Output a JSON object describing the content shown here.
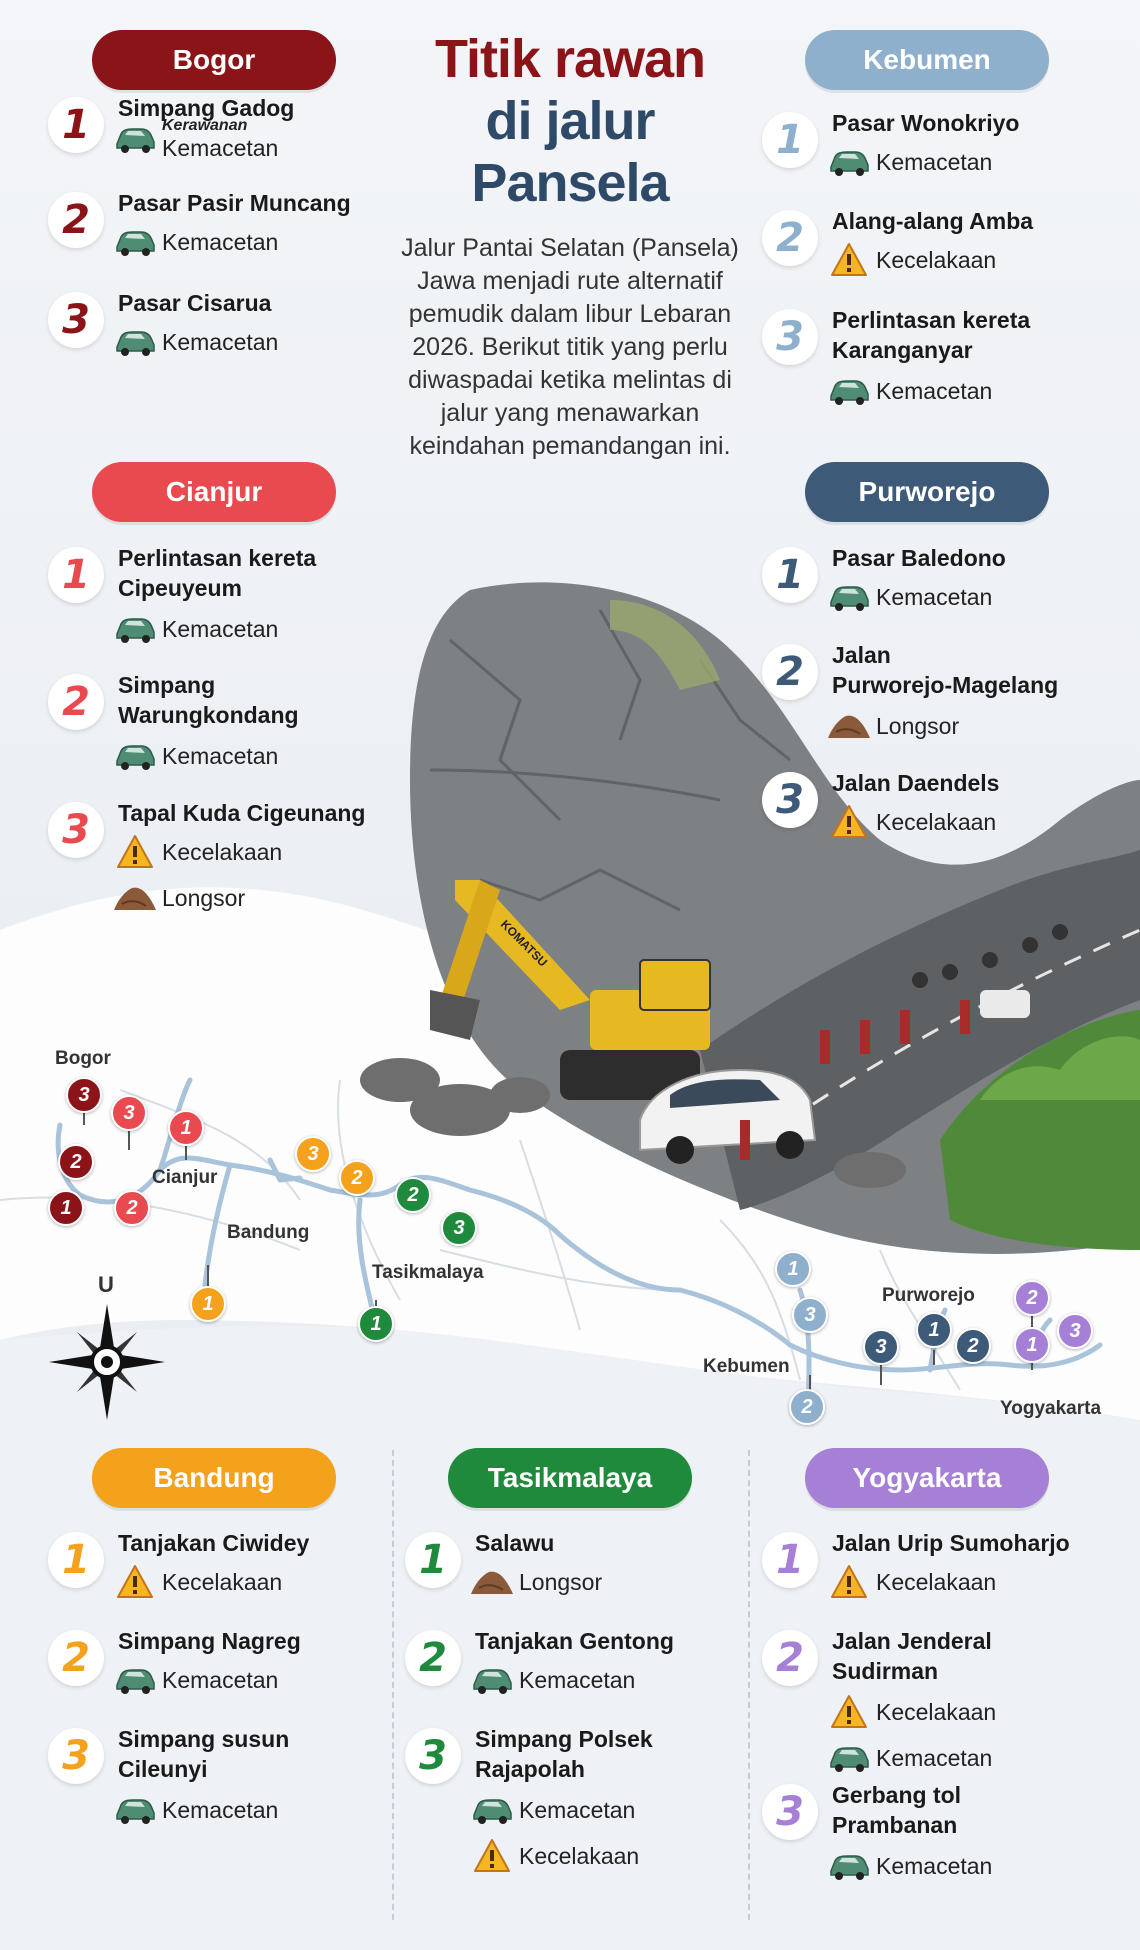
{
  "title": {
    "line1": "Titik rawan",
    "line2": "di jalur",
    "line3": "Pansela"
  },
  "intro": "Jalur Pantai Selatan (Pansela) Jawa menjadi rute alternatif pemudik dalam libur Lebaran 2026. Berikut titik yang perlu diwaspadai ketika melintas di jalur yang menawarkan keindahan pemandangan ini.",
  "colors": {
    "bogor": "#8b1419",
    "cianjur": "#e84a4f",
    "kebumen": "#8fb0cc",
    "purworejo": "#3d5a78",
    "bandung": "#f4a11c",
    "tasikmalaya": "#1f8a3c",
    "yogyakarta": "#a67fd6"
  },
  "legend_small_label": "Kerawanan",
  "regions": {
    "bogor": {
      "name": "Bogor",
      "items": [
        {
          "num": "1",
          "name": "Simpang Gadog",
          "risks": [
            "Kemacetan"
          ]
        },
        {
          "num": "2",
          "name": "Pasar Pasir Muncang",
          "risks": [
            "Kemacetan"
          ]
        },
        {
          "num": "3",
          "name": "Pasar Cisarua",
          "risks": [
            "Kemacetan"
          ]
        }
      ]
    },
    "cianjur": {
      "name": "Cianjur",
      "items": [
        {
          "num": "1",
          "name1": "Perlintasan kereta",
          "name2": "Cipeuyeum",
          "risks": [
            "Kemacetan"
          ]
        },
        {
          "num": "2",
          "name1": "Simpang",
          "name2": "Warungkondang",
          "risks": [
            "Kemacetan"
          ]
        },
        {
          "num": "3",
          "name": "Tapal Kuda Cigeunang",
          "risks": [
            "Kecelakaan",
            "Longsor"
          ]
        }
      ]
    },
    "kebumen": {
      "name": "Kebumen",
      "items": [
        {
          "num": "1",
          "name": "Pasar Wonokriyo",
          "risks": [
            "Kemacetan"
          ]
        },
        {
          "num": "2",
          "name": "Alang-alang Amba",
          "risks": [
            "Kecelakaan"
          ]
        },
        {
          "num": "3",
          "name1": "Perlintasan kereta",
          "name2": "Karanganyar",
          "risks": [
            "Kemacetan"
          ]
        }
      ]
    },
    "purworejo": {
      "name": "Purworejo",
      "items": [
        {
          "num": "1",
          "name": "Pasar Baledono",
          "risks": [
            "Kemacetan"
          ]
        },
        {
          "num": "2",
          "name1": "Jalan",
          "name2": "Purworejo-Magelang",
          "risks": [
            "Longsor"
          ]
        },
        {
          "num": "3",
          "name": "Jalan Daendels",
          "risks": [
            "Kecelakaan"
          ]
        }
      ]
    },
    "bandung": {
      "name": "Bandung",
      "items": [
        {
          "num": "1",
          "name": "Tanjakan Ciwidey",
          "risks": [
            "Kecelakaan"
          ]
        },
        {
          "num": "2",
          "name": "Simpang Nagreg",
          "risks": [
            "Kemacetan"
          ]
        },
        {
          "num": "3",
          "name1": "Simpang susun",
          "name2": "Cileunyi",
          "risks": [
            "Kemacetan"
          ]
        }
      ]
    },
    "tasikmalaya": {
      "name": "Tasikmalaya",
      "items": [
        {
          "num": "1",
          "name": "Salawu",
          "risks": [
            "Longsor"
          ]
        },
        {
          "num": "2",
          "name": "Tanjakan Gentong",
          "risks": [
            "Kemacetan"
          ]
        },
        {
          "num": "3",
          "name1": "Simpang Polsek",
          "name2": "Rajapolah",
          "risks": [
            "Kemacetan",
            "Kecelakaan"
          ]
        }
      ]
    },
    "yogyakarta": {
      "name": "Yogyakarta",
      "items": [
        {
          "num": "1",
          "name": "Jalan Urip Sumoharjo",
          "risks": [
            "Kecelakaan"
          ]
        },
        {
          "num": "2",
          "name1": "Jalan Jenderal",
          "name2": "Sudirman",
          "risks": [
            "Kecelakaan",
            "Kemacetan"
          ]
        },
        {
          "num": "3",
          "name1": "Gerbang tol",
          "name2": "Prambanan",
          "risks": [
            "Kemacetan"
          ]
        }
      ]
    }
  },
  "map": {
    "labels": {
      "bogor": "Bogor",
      "cianjur": "Cianjur",
      "bandung": "Bandung",
      "tasikmalaya": "Tasikmalaya",
      "kebumen": "Kebumen",
      "purworejo": "Purworejo",
      "yogyakarta": "Yogyakarta"
    },
    "compass_label": "U",
    "illustration_text": "KOMATSU"
  }
}
